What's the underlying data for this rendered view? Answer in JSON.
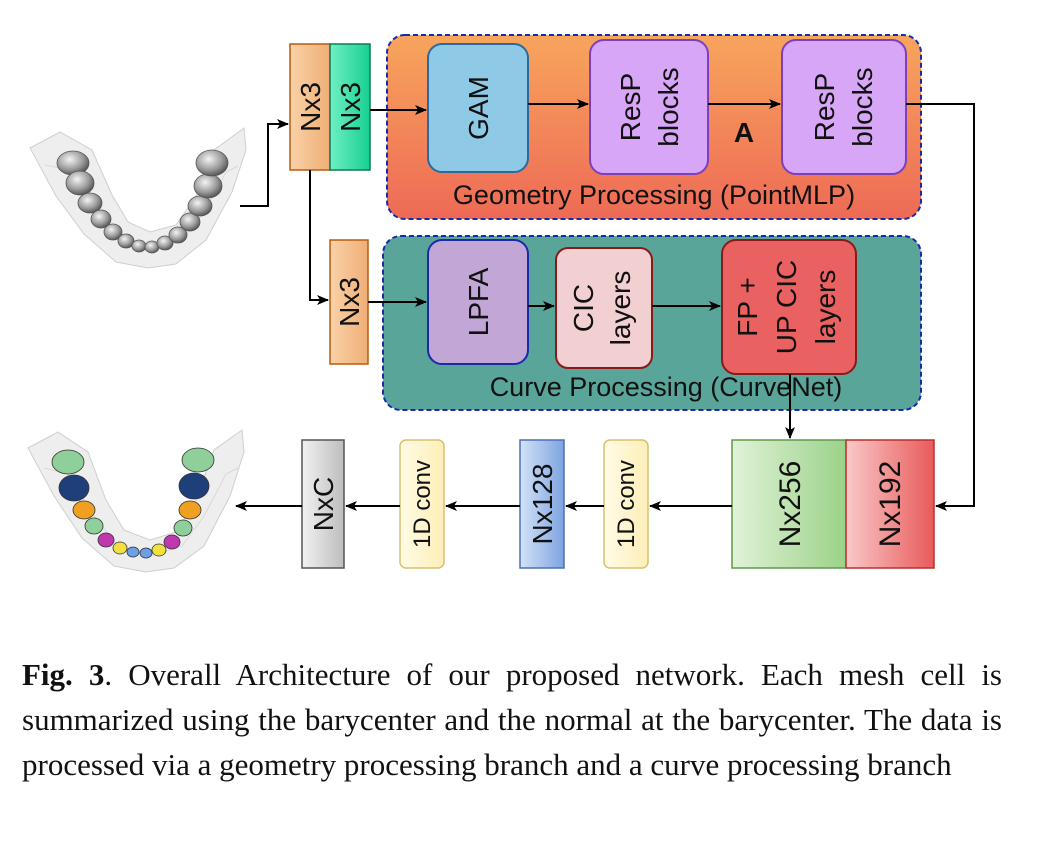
{
  "diagram": {
    "input_blocks": {
      "nx3_a": "Nx3",
      "nx3_b": "Nx3",
      "nx3_c": "Nx3"
    },
    "geometry_branch": {
      "title": "Geometry Processing (PointMLP)",
      "gam": "GAM",
      "resp1_line1": "ResP",
      "resp1_line2": "blocks",
      "resp2_line1": "ResP",
      "resp2_line2": "blocks",
      "arrow_label": "A"
    },
    "curve_branch": {
      "title": "Curve Processing (CurveNet)",
      "lpfa": "LPFA",
      "cic_line1": "CIC",
      "cic_line2": "layers",
      "fp_line1": "FP +",
      "fp_line2": "UP CIC",
      "fp_line3": "layers"
    },
    "output_blocks": {
      "nx256": "Nx256",
      "nx192": "Nx192",
      "conv1": "1D conv",
      "nx128": "Nx128",
      "conv2": "1D conv",
      "nxc": "NxC"
    },
    "colors": {
      "geometry_grad_top": "#f6a25d",
      "geometry_grad_bottom": "#ef6a55",
      "curve_bg": "#5aa59a",
      "gam": "#8ecae6",
      "resp": "#d7a6f7",
      "lpfa": "#c2a6d6",
      "cic": "#f2cfd0",
      "fp": "#ea6161",
      "orange_block": "#f5be8e",
      "teal_block": "#2fe0a8",
      "nx256": "#a7d69a",
      "nx192": "#ee7474",
      "conv": "#fff4c6",
      "nx128": "#8fb2e4",
      "nxc": "#c8c8c8",
      "tooth_green": "#8fcf9a",
      "tooth_navy": "#1f3f7a",
      "tooth_orange": "#f0a020",
      "tooth_magenta": "#c038b0",
      "tooth_yellow": "#f2e040",
      "tooth_blue": "#6aa0e8"
    }
  },
  "caption": {
    "fig_label": "Fig. 3",
    "text": ". Overall Architecture of our proposed network. Each mesh cell is summarized using the barycenter and the normal at the barycenter. The data is processed via a geometry processing branch and a curve processing branch"
  }
}
